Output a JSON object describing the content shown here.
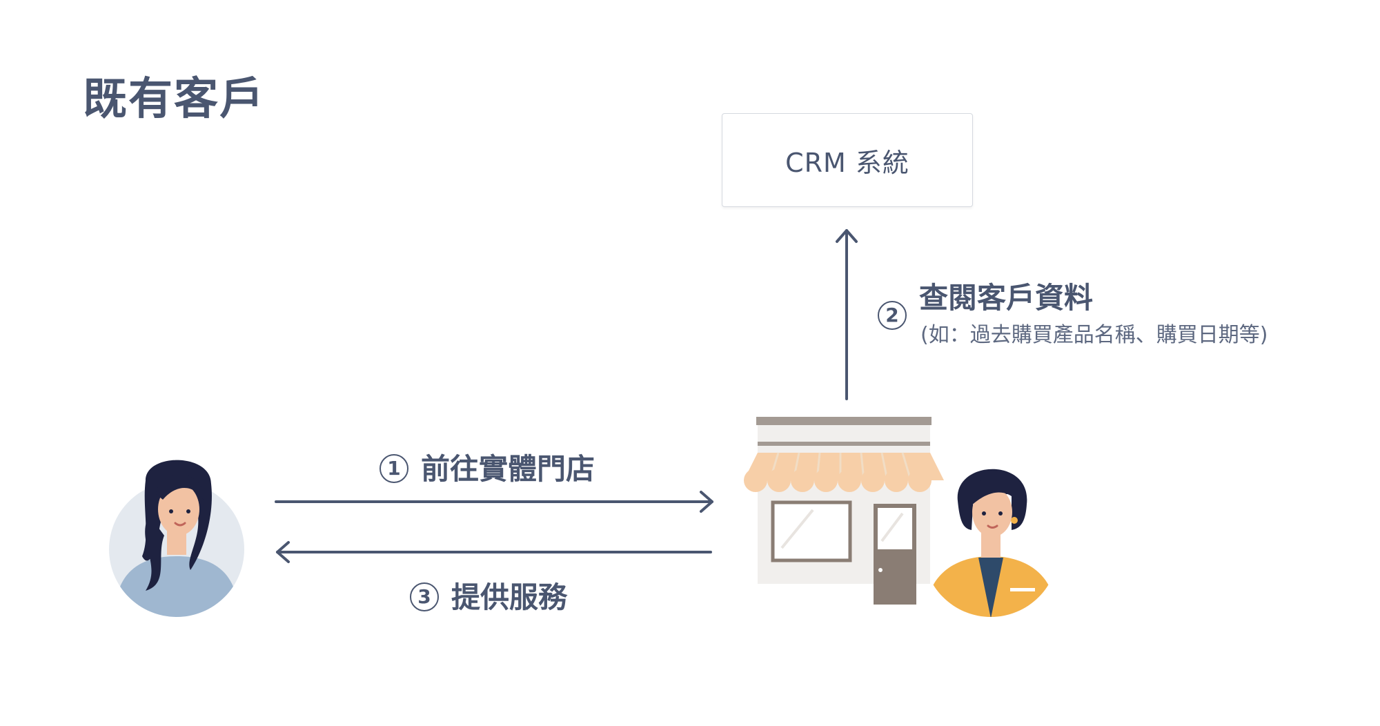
{
  "page": {
    "title": "既有客戶"
  },
  "crm": {
    "label": "CRM 系統"
  },
  "steps": [
    {
      "number": "1",
      "label": "前往實體門店"
    },
    {
      "number": "2",
      "label": "查閱客戶資料",
      "note": "(如：過去購買產品名稱、購買日期等)"
    },
    {
      "number": "3",
      "label": "提供服務"
    }
  ],
  "colors": {
    "text": "#4a5670",
    "arrow": "#4a5670",
    "customer_shirt": "#9fb7d0",
    "staff_jacket": "#f3b24a",
    "awning": "#f7cfa8",
    "door": "#8a7d74",
    "avatar_bg": "#e4e9ef",
    "hair": "#1e2240"
  },
  "icons": {
    "customer": "customer-avatar-icon",
    "store": "storefront-icon",
    "staff": "staff-avatar-icon"
  }
}
